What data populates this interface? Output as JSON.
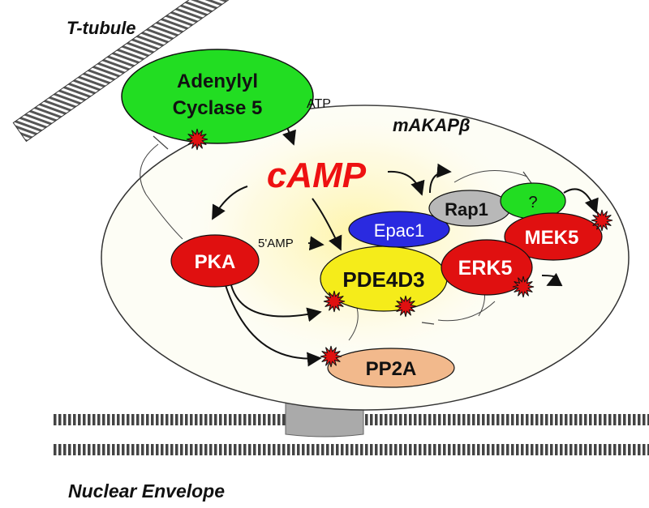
{
  "labels": {
    "t_tubule": "T-tubule",
    "nuclear_envelope": "Nuclear Envelope",
    "makap": "mAKAPβ",
    "adenylyl_line1": "Adenylyl",
    "adenylyl_line2": "Cyclase 5",
    "atp": "ATP",
    "camp": "cAMP",
    "five_amp": "5'AMP",
    "pka": "PKA",
    "pde4d3": "PDE4D3",
    "epac1": "Epac1",
    "rap1": "Rap1",
    "unknown": "?",
    "mek5": "MEK5",
    "erk5": "ERK5",
    "pp2a": "PP2A"
  },
  "colors": {
    "adenylyl": "#22dd22",
    "pka": "#e01010",
    "pde4d3": "#f5ec1a",
    "epac1": "#2a2ae0",
    "rap1": "#b8b8b8",
    "unknown": "#22dd22",
    "mek5": "#e01010",
    "erk5": "#e01010",
    "pp2a": "#f2b98c",
    "camp_text": "#ee1111",
    "phospho_star": "#e01010",
    "membrane": "#555555"
  }
}
